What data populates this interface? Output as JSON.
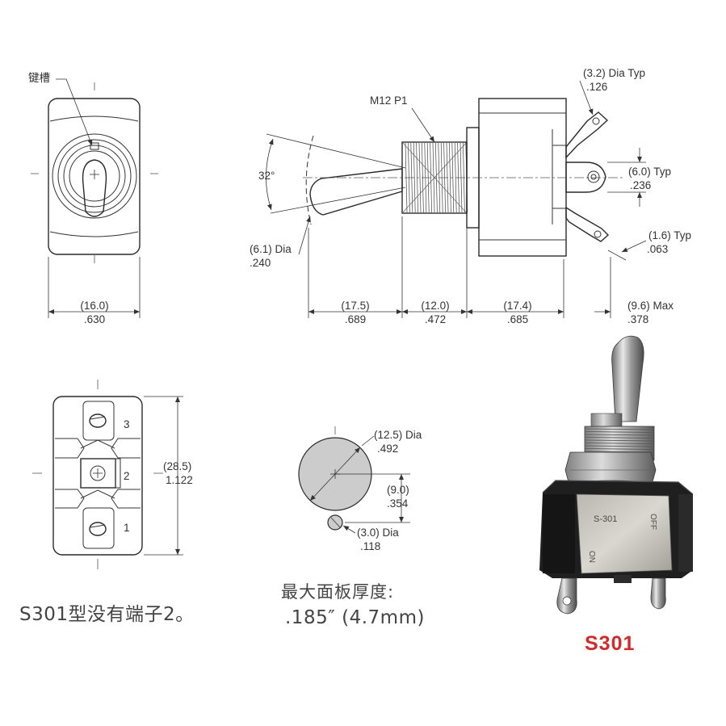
{
  "labels": {
    "keyway": "键槽",
    "thread": "M12 P1",
    "angle": "32°",
    "terminals": [
      "3",
      "2",
      "1"
    ]
  },
  "dimensions": {
    "hole_dia_mm": "(3.2) Dia Typ",
    "hole_dia_in": ".126",
    "terminal_w_mm": "(6.0) Typ",
    "terminal_w_in": ".236",
    "terminal_t_mm": "(1.6) Typ",
    "terminal_t_in": ".063",
    "lever_dia_mm": "(6.1) Dia",
    "lever_dia_in": ".240",
    "front_w_mm": "(16.0)",
    "front_w_in": ".630",
    "len1_mm": "(17.5)",
    "len1_in": ".689",
    "len2_mm": "(12.0)",
    "len2_in": ".472",
    "len3_mm": "(17.4)",
    "len3_in": ".685",
    "len4_mm": "(9.6) Max",
    "len4_in": ".378",
    "height_mm": "(28.5)",
    "height_in": "1.122",
    "mount_dia_mm": "(12.5) Dia",
    "mount_dia_in": ".492",
    "spacing_mm": "(9.0)",
    "spacing_in": ".354",
    "key_dia_mm": "(3.0) Dia",
    "key_dia_in": ".118"
  },
  "notes": {
    "no_terminal": "S301型没有端子2。",
    "max_panel": "最大面板厚度:",
    "panel_thickness": ".185″ (4.7mm)"
  },
  "photo": {
    "marking_model": "S-301",
    "marking_on": "ON",
    "marking_off": "OFF"
  },
  "model": "S301",
  "colors": {
    "model_label": "#d42a2a",
    "line": "#333333"
  }
}
